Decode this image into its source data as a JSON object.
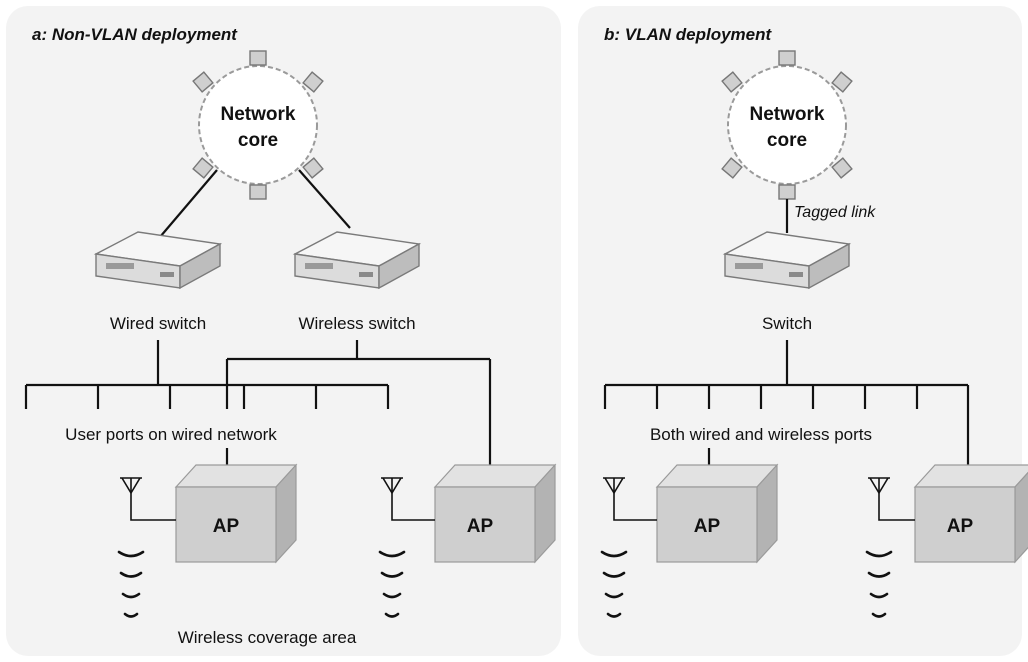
{
  "panel_a": {
    "title": "a: Non-VLAN deployment",
    "core_line1": "Network",
    "core_line2": "core",
    "wired_switch_label": "Wired switch",
    "wireless_switch_label": "Wireless switch",
    "user_ports_label": "User ports on wired network",
    "ap1_label": "AP",
    "ap2_label": "AP",
    "coverage_label": "Wireless coverage area"
  },
  "panel_b": {
    "title": "b: VLAN deployment",
    "core_line1": "Network",
    "core_line2": "core",
    "tagged_link_label": "Tagged link",
    "switch_label": "Switch",
    "ports_label": "Both wired and wireless ports",
    "ap1_label": "AP",
    "ap2_label": "AP"
  },
  "colors": {
    "panel_bg": "#f3f3f3",
    "ap_front": "#cfcfcf",
    "ap_top": "#e2e2e2",
    "ap_side": "#b3b3b3",
    "switch_body": "#e6e6e6"
  }
}
